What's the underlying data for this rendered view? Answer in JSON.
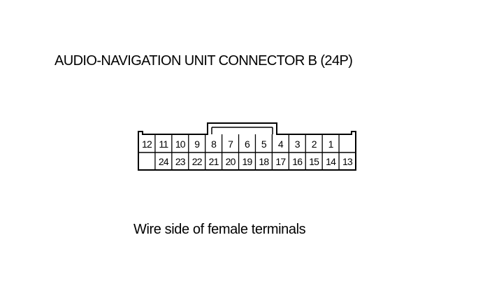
{
  "title": "AUDIO-NAVIGATION UNIT CONNECTOR B (24P)",
  "caption": "Wire side of female terminals",
  "connector": {
    "top_row": [
      "12",
      "11",
      "10",
      "9",
      "8",
      "7",
      "6",
      "5",
      "4",
      "3",
      "2",
      "1",
      ""
    ],
    "bottom_row": [
      "",
      "24",
      "23",
      "22",
      "21",
      "20",
      "19",
      "18",
      "17",
      "16",
      "15",
      "14",
      "13"
    ]
  }
}
